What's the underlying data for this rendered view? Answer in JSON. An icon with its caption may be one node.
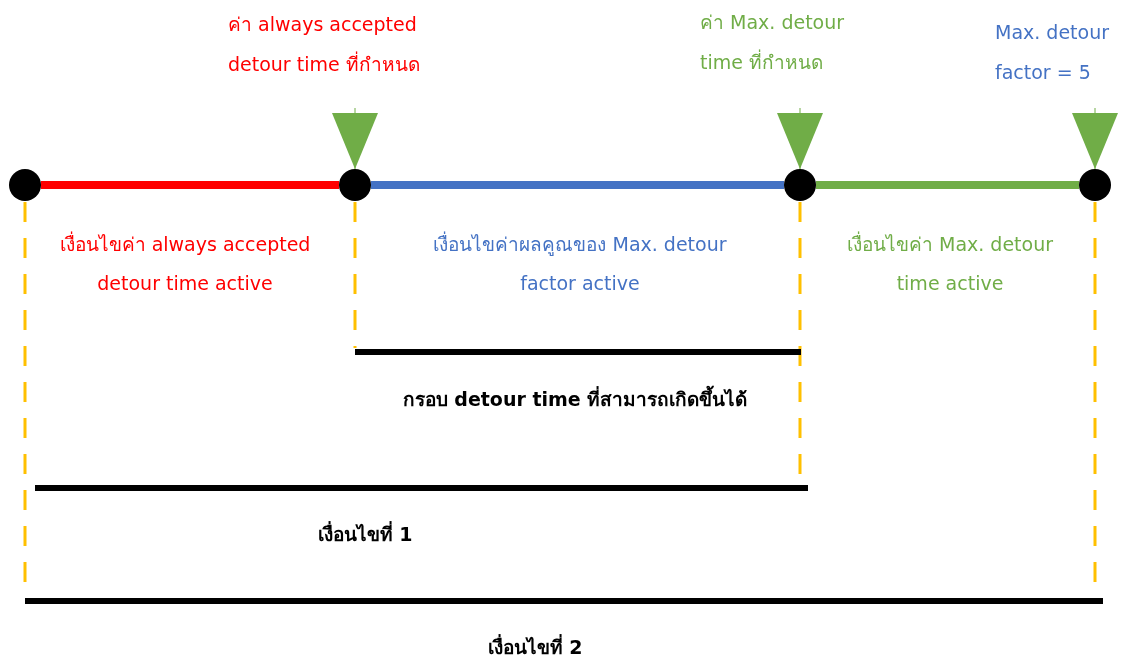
{
  "diagram": {
    "nodes": [
      {
        "text": [
          "ค่า always accepted detour time ที่กำหนด"
        ]
      },
      {
        "text": [
          "ค่า Max. detour time ที่กำหนด"
        ]
      },
      {
        "text": [
          "Max. detour factor = 5"
        ]
      },
      {
        "text": [],
        "shape": "circle"
      },
      {
        "text": [],
        "shape": "circle"
      },
      {
        "text": [],
        "shape": "circle"
      },
      {
        "text": [],
        "shape": "circle"
      }
    ],
    "edges": [
      {
        "from": 3,
        "to": 4,
        "arrow": "none",
        "style": "thick",
        "color": "#ff0000"
      },
      {
        "from": 4,
        "to": 5,
        "arrow": "none",
        "style": "thick",
        "color": "#4472c4"
      },
      {
        "from": 5,
        "to": 6,
        "arrow": "none",
        "style": "thick",
        "color": "#70ad47"
      },
      {
        "from": 0,
        "to": 4,
        "arrow": "to",
        "color": "#70ad47"
      },
      {
        "from": 1,
        "to": 5,
        "arrow": "to",
        "color": "#70ad47"
      },
      {
        "from": 2,
        "to": 6,
        "arrow": "to",
        "color": "#70ad47"
      }
    ],
    "labels": [
      "เงื่อนไขค่า always accepted detour time active",
      "เงื่อนไขค่าผลคูณของ Max. detour factor active",
      "เงื่อนไขค่า Max. detour time active",
      "กรอบ detour time ที่สามารถเกิดขึ้นได้",
      "เงื่อนไขที่ 1",
      "เงื่อนไขที่ 2"
    ]
  }
}
